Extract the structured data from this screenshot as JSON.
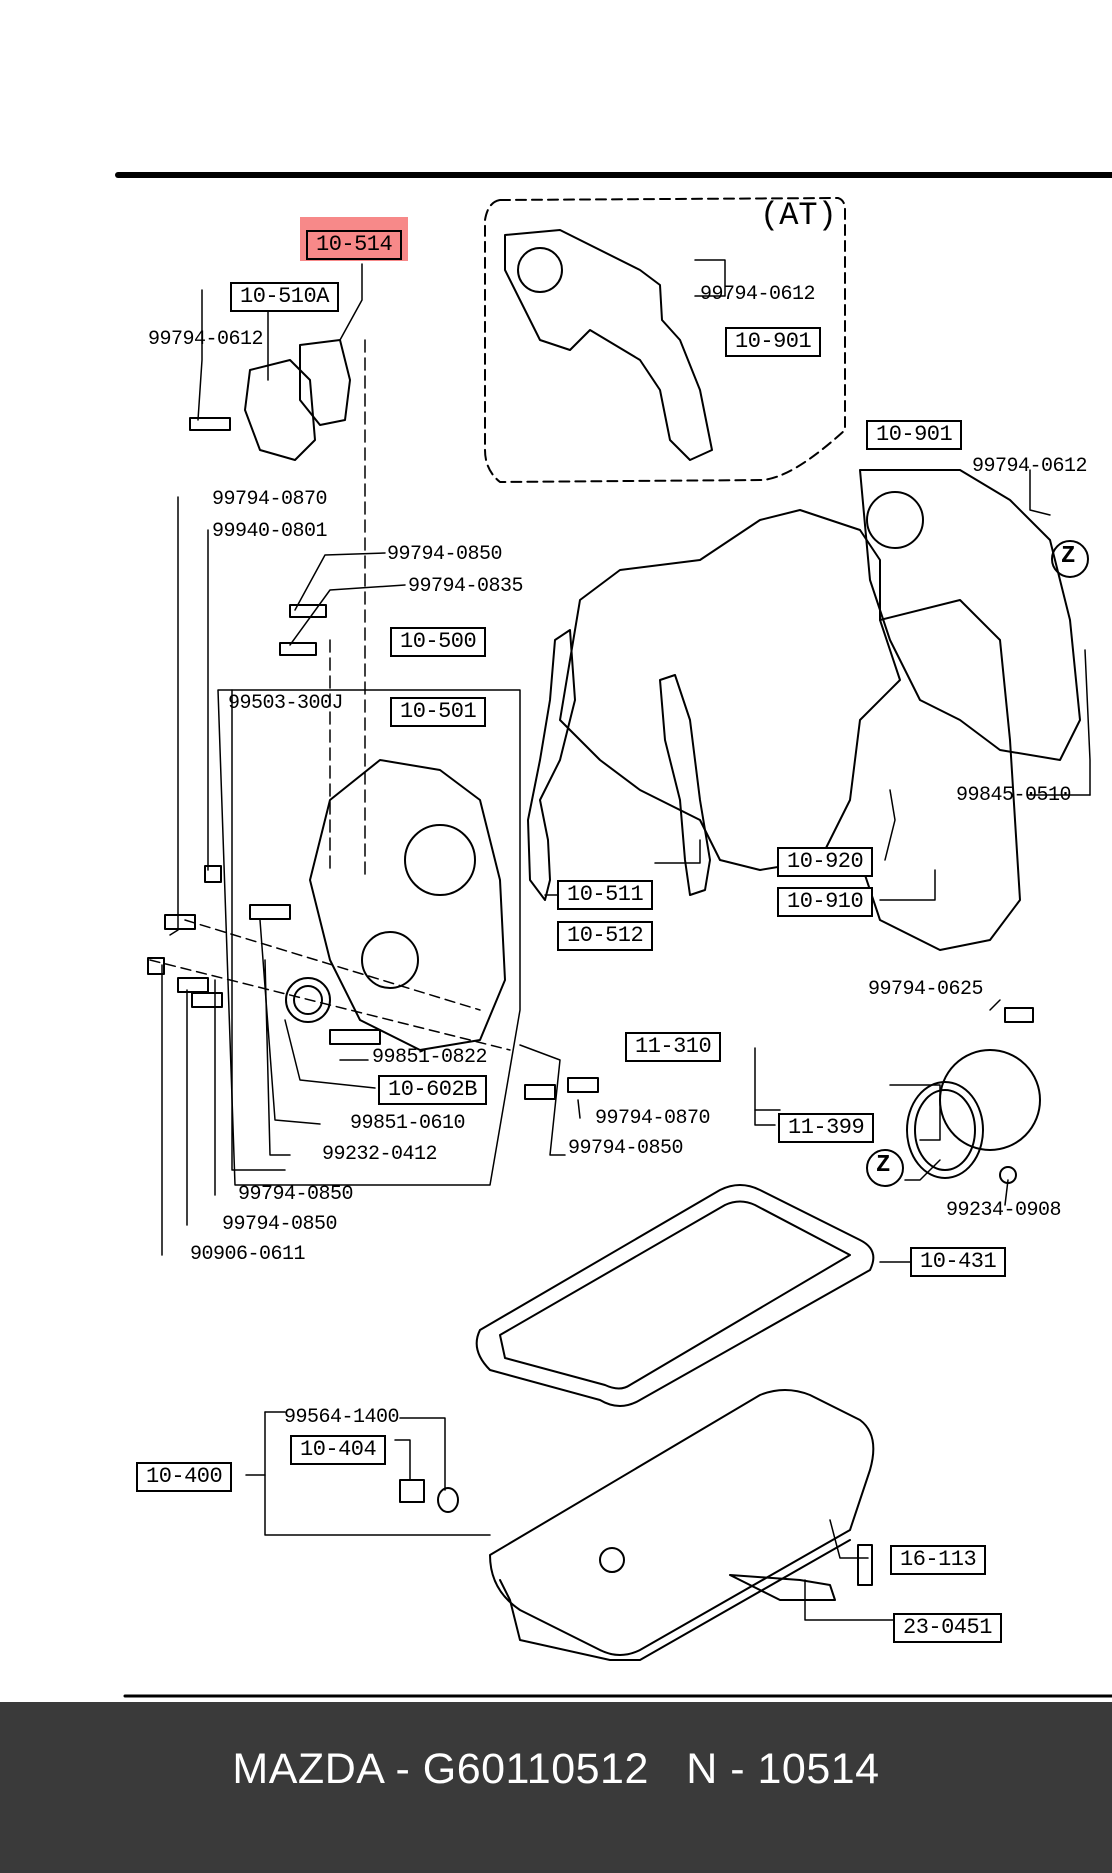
{
  "diagram": {
    "section_label": "(AT)",
    "zoom_marker": "Z",
    "highlighted_part": "10-514",
    "boxed_parts": {
      "p10_514": "10-514",
      "p10_510A": "10-510A",
      "p10_901_at": "10-901",
      "p10_901": "10-901",
      "p10_500": "10-500",
      "p10_501": "10-501",
      "p10_511": "10-511",
      "p10_512": "10-512",
      "p10_920": "10-920",
      "p10_910": "10-910",
      "p11_310": "11-310",
      "p11_399": "11-399",
      "p10_602B": "10-602B",
      "p10_431": "10-431",
      "p10_400": "10-400",
      "p10_404": "10-404",
      "p16_113": "16-113",
      "p23_0451": "23-0451"
    },
    "part_numbers": {
      "n99794_0612_at": "99794-0612",
      "n99794_0612_a": "99794-0612",
      "n99794_0612_b": "99794-0612",
      "n99794_0870_a": "99794-0870",
      "n99940_0801": "99940-0801",
      "n99794_0850_a": "99794-0850",
      "n99794_0835": "99794-0835",
      "n99503_300J": "99503-300J",
      "n99845_0510": "99845-0510",
      "n99794_0625": "99794-0625",
      "n99851_0822": "99851-0822",
      "n99851_0610": "99851-0610",
      "n99232_0412": "99232-0412",
      "n99794_0870_b": "99794-0870",
      "n99794_0850_b": "99794-0850",
      "n99794_0850_c": "99794-0850",
      "n99794_0850_d": "99794-0850",
      "n90906_0611": "90906-0611",
      "n99234_0908": "99234-0908",
      "n99564_1400": "99564-1400"
    }
  },
  "footer": {
    "brand": "MAZDA",
    "separator": " - ",
    "part_number": "G60110512",
    "code_prefix": "N",
    "code": "10514"
  },
  "colors": {
    "highlight": "#f02828",
    "footer_bg": "#3a3a3a",
    "footer_text": "#ffffff"
  }
}
